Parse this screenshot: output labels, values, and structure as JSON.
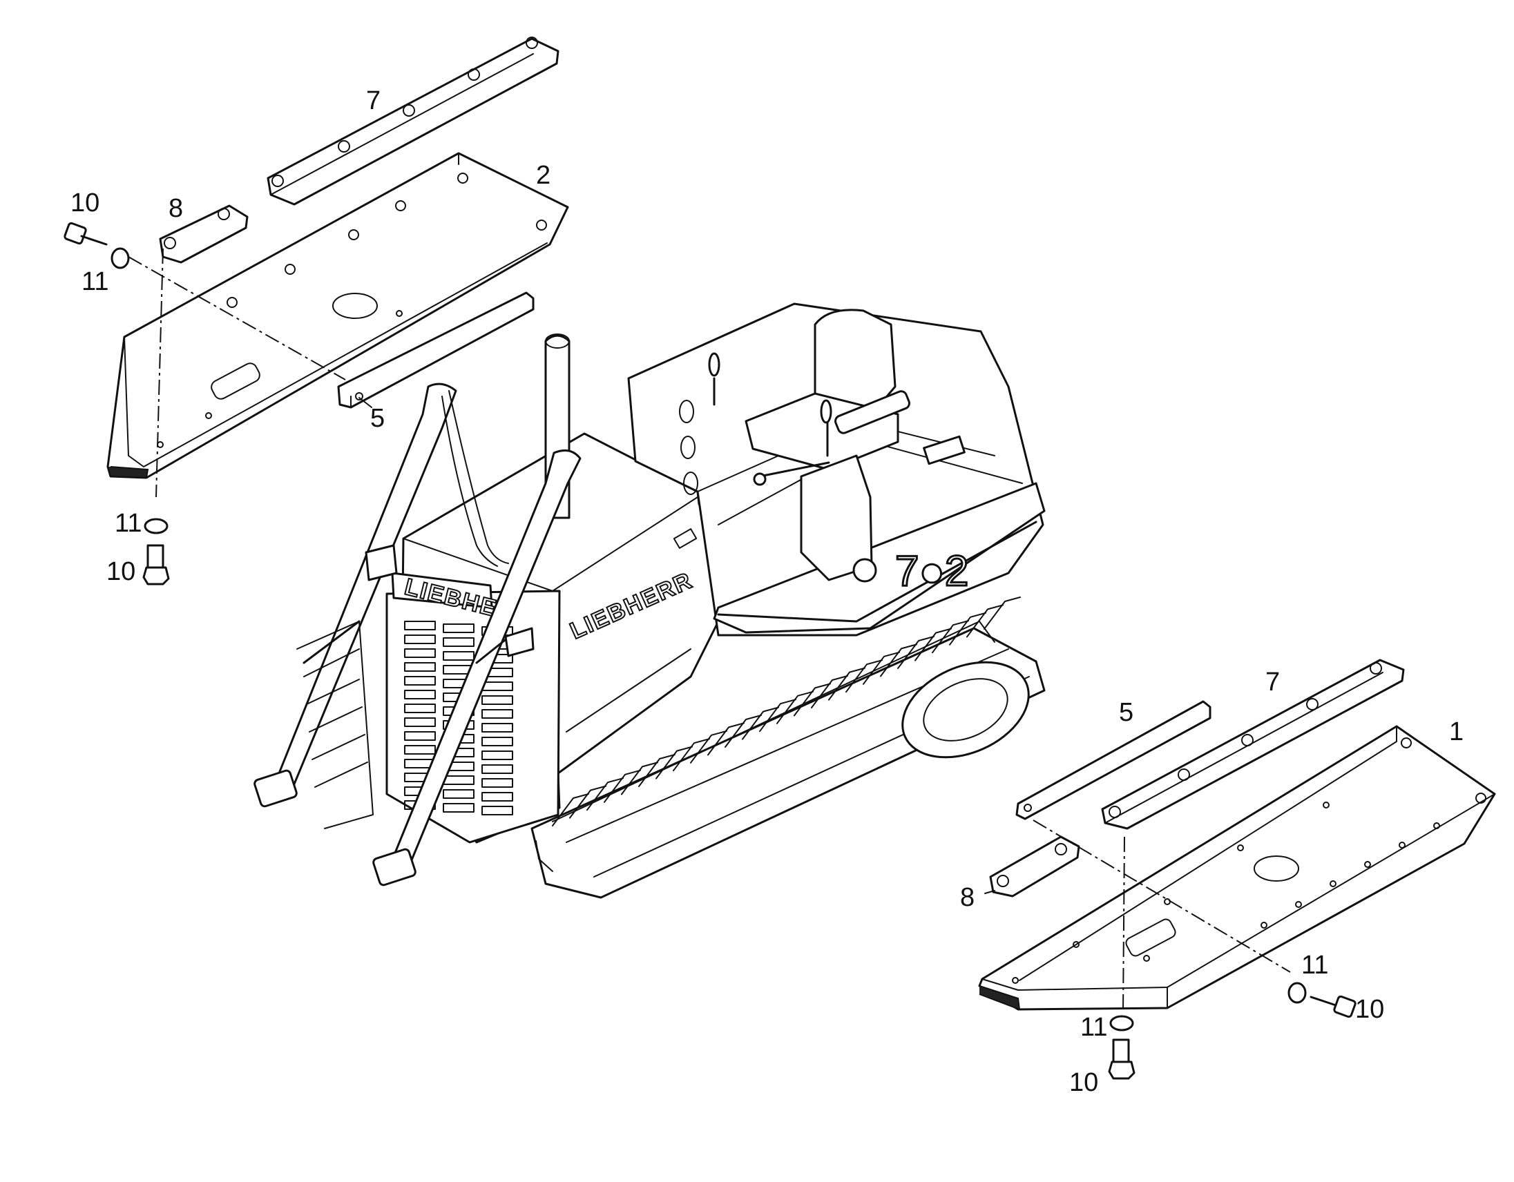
{
  "callouts": {
    "left_7": "7",
    "left_2": "2",
    "left_8": "8",
    "left_10_top": "10",
    "left_11_top": "11",
    "left_5": "5",
    "left_11_bottom": "11",
    "left_10_bottom": "10",
    "right_5": "5",
    "right_7": "7",
    "right_1": "1",
    "right_8": "8",
    "right_11_side": "11",
    "right_10_side": "10",
    "right_11_bottom": "11",
    "right_10_bottom": "10"
  },
  "machine": {
    "brand_side": "LIEBHERR",
    "brand_front": "LIEBHE",
    "model": "7●2"
  }
}
